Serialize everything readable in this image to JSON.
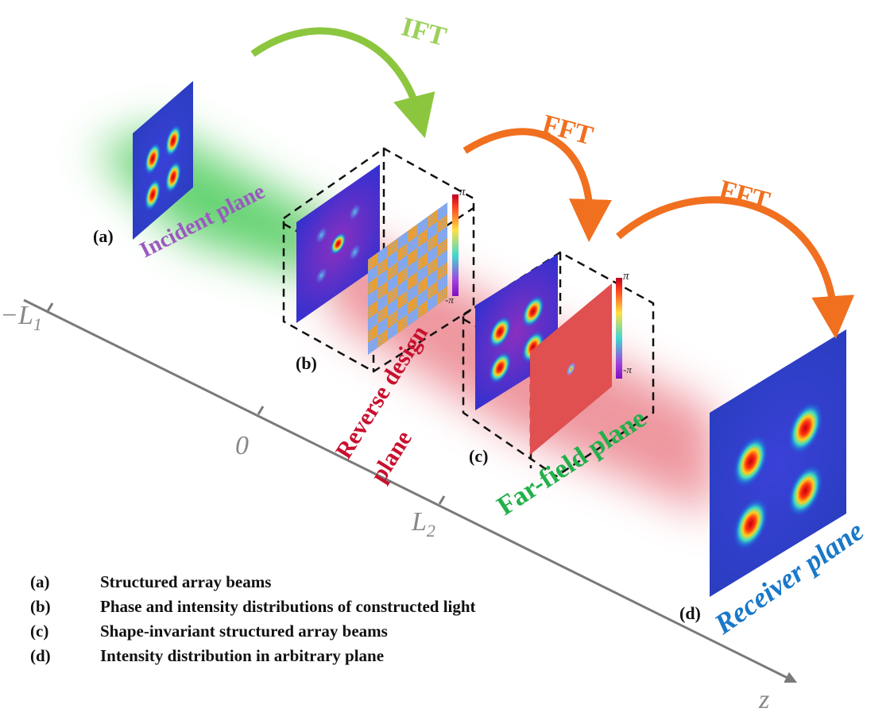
{
  "transforms": {
    "ift": "IFT",
    "fft1": "FFT",
    "fft2": "FFT"
  },
  "planes": {
    "incident": "Incident plane",
    "reverse_line1": "Reverse design",
    "reverse_line2": "plane",
    "far_field": "Far-field plane",
    "receiver": "Receiver plane"
  },
  "panel_labels": {
    "a": "(a)",
    "b": "(b)",
    "c": "(c)",
    "d": "(d)"
  },
  "colorbar": {
    "max": "π",
    "min": "-π"
  },
  "axis": {
    "tick1": "−L",
    "tick1_sub": "1",
    "tick2": "0",
    "tick3": "L",
    "tick3_sub": "2",
    "name": "z"
  },
  "legend": [
    {
      "key": "(a)",
      "text": "Structured array beams"
    },
    {
      "key": "(b)",
      "text": "Phase and intensity distributions of constructed light"
    },
    {
      "key": "(c)",
      "text": "Shape-invariant structured array beams"
    },
    {
      "key": "(d)",
      "text": "Intensity distribution in arbitrary plane"
    }
  ],
  "colors": {
    "ift": "#8cc63f",
    "fft": "#f07020",
    "incident": "#9b59c0",
    "reverse": "#c8102e",
    "far_field": "#22b04b",
    "receiver": "#1a78c8",
    "axis": "#7a7a7a"
  }
}
